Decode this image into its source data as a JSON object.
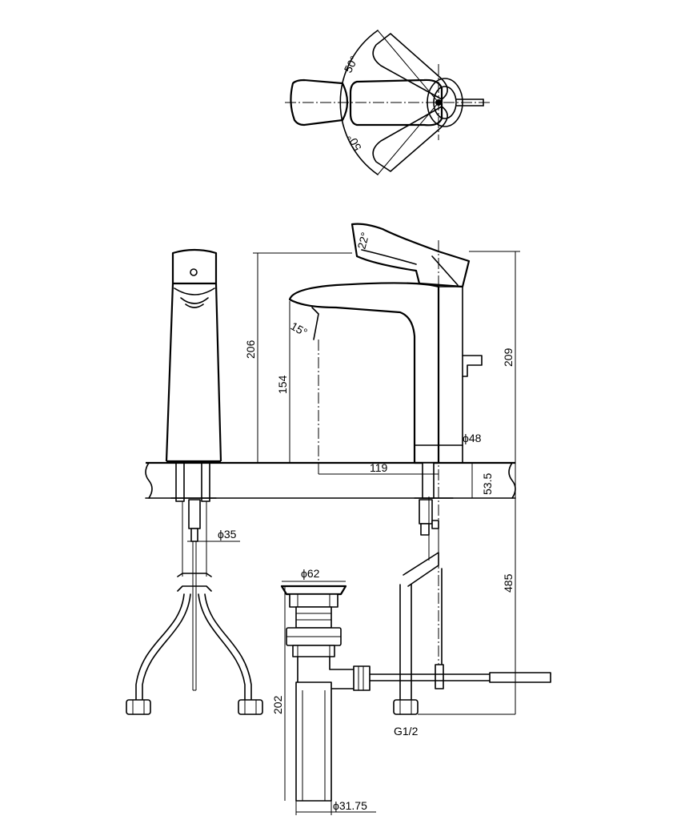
{
  "dimensions": {
    "rotation_top": "50°",
    "rotation_bottom": "50°",
    "handle_tilt": "22°",
    "spout_tilt": "15°",
    "height_total": "206",
    "height_spout": "154",
    "height_handle": "209",
    "base_diameter": "ϕ48",
    "spout_reach": "119",
    "deck_thickness": "53.5",
    "shank_diameter": "ϕ35",
    "overall_depth": "485",
    "waste_diameter": "ϕ62",
    "waste_height": "202",
    "tail_diameter": "ϕ31.75",
    "hose_thread": "G1/2"
  }
}
